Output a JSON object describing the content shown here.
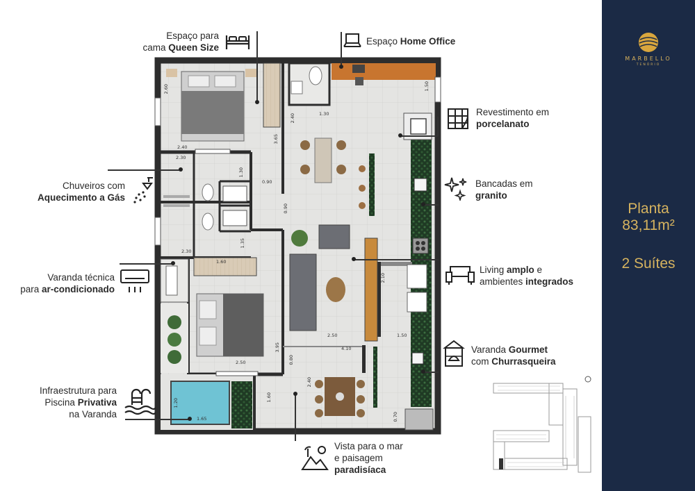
{
  "brand": {
    "name": "MARBELLO",
    "sub": "TENÓRIO"
  },
  "plan_info": {
    "line1": "Planta",
    "area": "83,11m²",
    "suites": "2 Suítes"
  },
  "features": {
    "queen": {
      "l1": "Espaço para",
      "l2a": "cama ",
      "l2b": "Queen Size",
      "icon": "bed-icon"
    },
    "office": {
      "a": "Espaço ",
      "b": "Home Office",
      "icon": "laptop-icon"
    },
    "porcelain": {
      "l1": "Revestimento em",
      "l2": "porcelanato",
      "icon": "tiles-icon"
    },
    "granite": {
      "l1": "Bancadas em",
      "l2": "granito",
      "icon": "sparkle-icon"
    },
    "living": {
      "l1a": "Living ",
      "l1b": "amplo",
      "l1c": " e",
      "l2a": "ambientes ",
      "l2b": "integrados",
      "icon": "sofa-icon"
    },
    "gourmet": {
      "l1a": "Varanda ",
      "l1b": "Gourmet",
      "l2a": "com ",
      "l2b": "Churrasqueira",
      "icon": "grill-icon"
    },
    "shower": {
      "l1": "Chuveiros com",
      "l2": "Aquecimento a Gás",
      "icon": "shower-icon"
    },
    "ac": {
      "l1": "Varanda técnica",
      "l2a": "para ",
      "l2b": "ar-condicionado",
      "icon": "air-conditioner-icon"
    },
    "pool": {
      "l1": "Infraestrutura para",
      "l2a": "Piscina ",
      "l2b": "Privativa",
      "l3": "na Varanda",
      "icon": "pool-icon"
    },
    "view": {
      "l1": "Vista para o mar",
      "l2": "e paisagem",
      "l3": "paradisíaca",
      "icon": "landscape-icon"
    }
  },
  "dimensions": [
    "2.60",
    "2.40",
    "1.30",
    "2.40",
    "3.65",
    "1.50",
    "2.30",
    "1.30",
    "0.90",
    "0.90",
    "2.30",
    "1.35",
    "1.60",
    "2.10",
    "3.95",
    "2.50",
    "4.10",
    "1.50",
    "2.50",
    "0.80",
    "2.40",
    "1.60",
    "1.20",
    "1.65",
    "0.70"
  ]
}
